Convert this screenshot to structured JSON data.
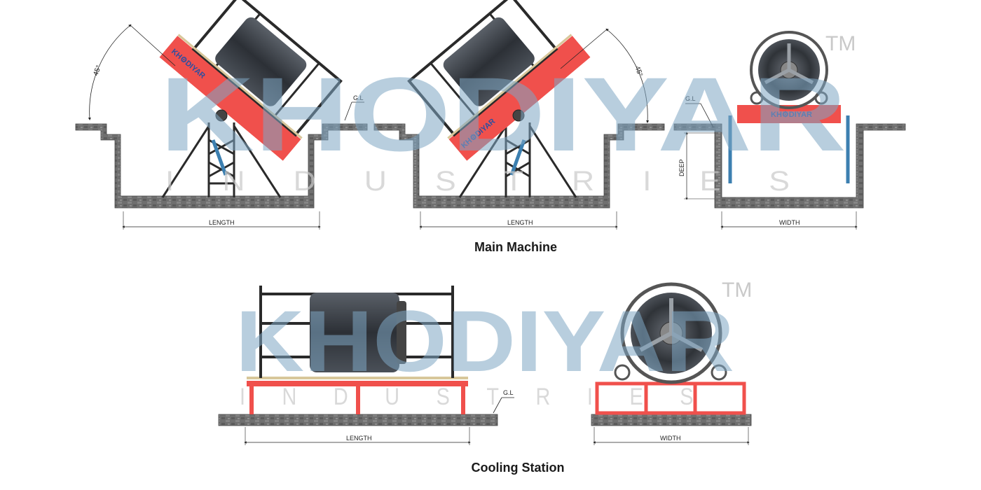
{
  "brand": {
    "watermark": "KHODIYAR",
    "watermark_sub": "INDUSTRIES",
    "trademark": "TM",
    "machine_label": "KH⚙DIYAR"
  },
  "labels": {
    "length": "LENGTH",
    "width": "WIDTH",
    "deep": "DEEP",
    "ground_level": "G.L",
    "angle": "45°"
  },
  "sections": {
    "main_machine": "Main Machine",
    "cooling_station": "Cooling Station"
  },
  "colors": {
    "frame_red": "#f0504c",
    "frame_black": "#2a2a2a",
    "masonry": "#6f6f6f",
    "drum": "#3b4148",
    "hydraulic": "#3c7fb0",
    "watermark_blue": "#7fa7c4"
  }
}
